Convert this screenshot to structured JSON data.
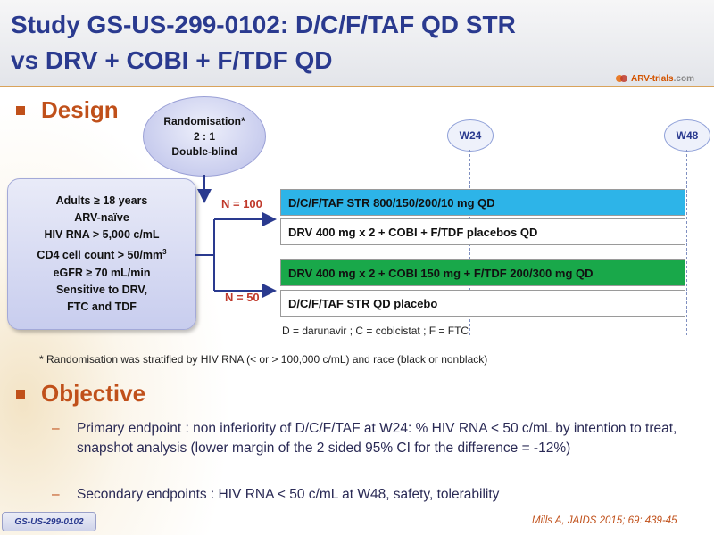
{
  "header": {
    "title_line1": "Study GS-US-299-0102: D/C/F/TAF QD STR",
    "title_line2": "vs DRV + COBI + F/TDF QD",
    "logo_text": "ARV-trials",
    "logo_suffix": ".com"
  },
  "design": {
    "heading": "Design",
    "randomisation": {
      "line1": "Randomisation*",
      "line2": "2 : 1",
      "line3": "Double-blind"
    },
    "population": {
      "lines": [
        "Adults ≥ 18 years",
        "ARV-naïve",
        "HIV RNA > 5,000 c/mL",
        "CD4 cell count > 50/mm",
        "eGFR ≥ 70 mL/min",
        "Sensitive to DRV,",
        "FTC and TDF"
      ],
      "cd4_superscript": "3"
    },
    "weeks": [
      "W24",
      "W48"
    ],
    "arms": [
      {
        "n_label": "N = 100",
        "active": "D/C/F/TAF STR 800/150/200/10  mg QD",
        "placebo": "DRV 400 mg x 2 + COBI + F/TDF placebos QD"
      },
      {
        "n_label": "N = 50",
        "active": "DRV 400 mg x 2 + COBI 150 mg + F/TDF 200/300 mg QD",
        "placebo": "D/C/F/TAF STR QD placebo"
      }
    ],
    "abbreviations": "D = darunavir  ; C = cobicistat  ; F = FTC",
    "footnote": "* Randomisation was stratified by HIV RNA (< or > 100,000 c/mL) and race (black or nonblack)"
  },
  "objective": {
    "heading": "Objective",
    "items": [
      "Primary endpoint : non inferiority of D/C/F/TAF at W24: % HIV RNA < 50 c/mL by intention to treat, snapshot analysis (lower margin of the 2 sided 95% CI for the difference = -12%)",
      "Secondary endpoints : HIV RNA < 50 c/mL at W48, safety, tolerability"
    ],
    "dash": "–"
  },
  "footer": {
    "study_badge": "GS-US-299-0102",
    "citation": "Mills A, JAIDS 2015; 69: 439-45"
  },
  "colors": {
    "title": "#2a3a8f",
    "accent": "#c0501a",
    "arm1_active": "#2db4e8",
    "arm2_active": "#19a84a",
    "n_label": "#c0392b"
  }
}
